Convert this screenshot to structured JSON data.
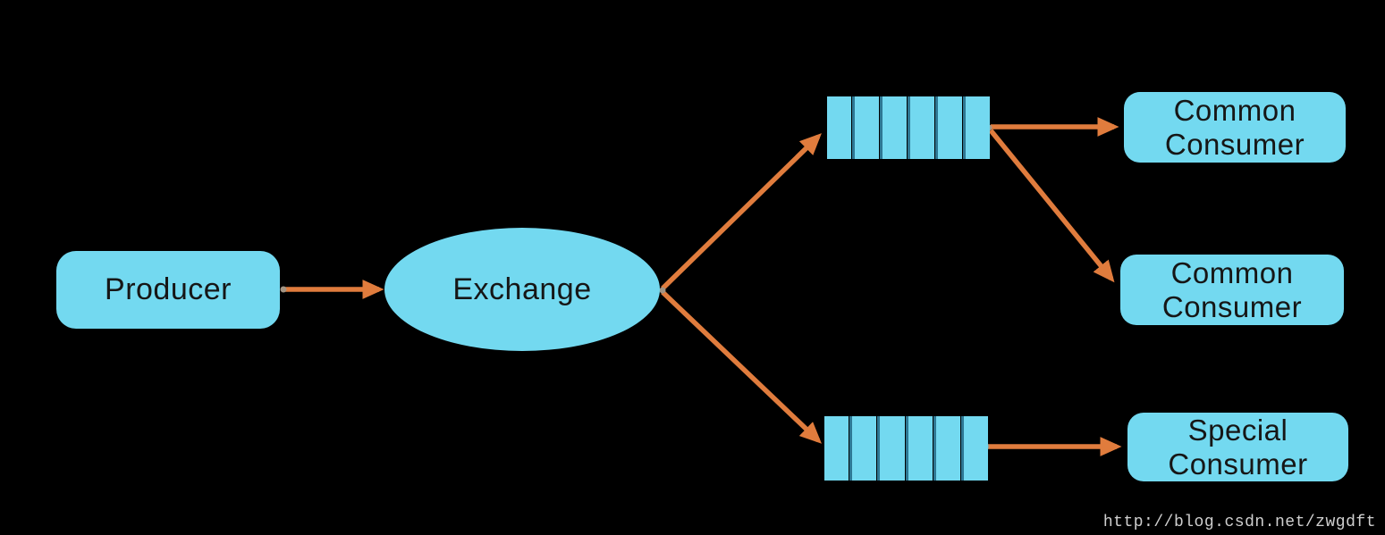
{
  "colors": {
    "background": "#000000",
    "node_fill": "#73D9F0",
    "queue_separator": "#2E7894",
    "arrow": "#E07C3D",
    "node_text": "#161616",
    "watermark_text": "#CFCFCF",
    "connector_dot": "#A39584"
  },
  "nodes": {
    "producer": {
      "label": "Producer"
    },
    "exchange": {
      "label": "Exchange"
    },
    "common_consumer_1": {
      "label": "Common Consumer"
    },
    "common_consumer_2": {
      "label": "Common Consumer"
    },
    "special_consumer": {
      "label": "Special Consumer"
    }
  },
  "queues": {
    "segment_count": 6,
    "top": {
      "name": "queue-top"
    },
    "bottom": {
      "name": "queue-bottom"
    }
  },
  "edges": [
    {
      "from": "producer",
      "to": "exchange"
    },
    {
      "from": "exchange",
      "to": "queue-top"
    },
    {
      "from": "exchange",
      "to": "queue-bottom"
    },
    {
      "from": "queue-top",
      "to": "common-consumer-1"
    },
    {
      "from": "queue-top",
      "to": "common-consumer-2"
    },
    {
      "from": "queue-bottom",
      "to": "special-consumer"
    }
  ],
  "watermark": {
    "text": "http://blog.csdn.net/zwgdft"
  }
}
